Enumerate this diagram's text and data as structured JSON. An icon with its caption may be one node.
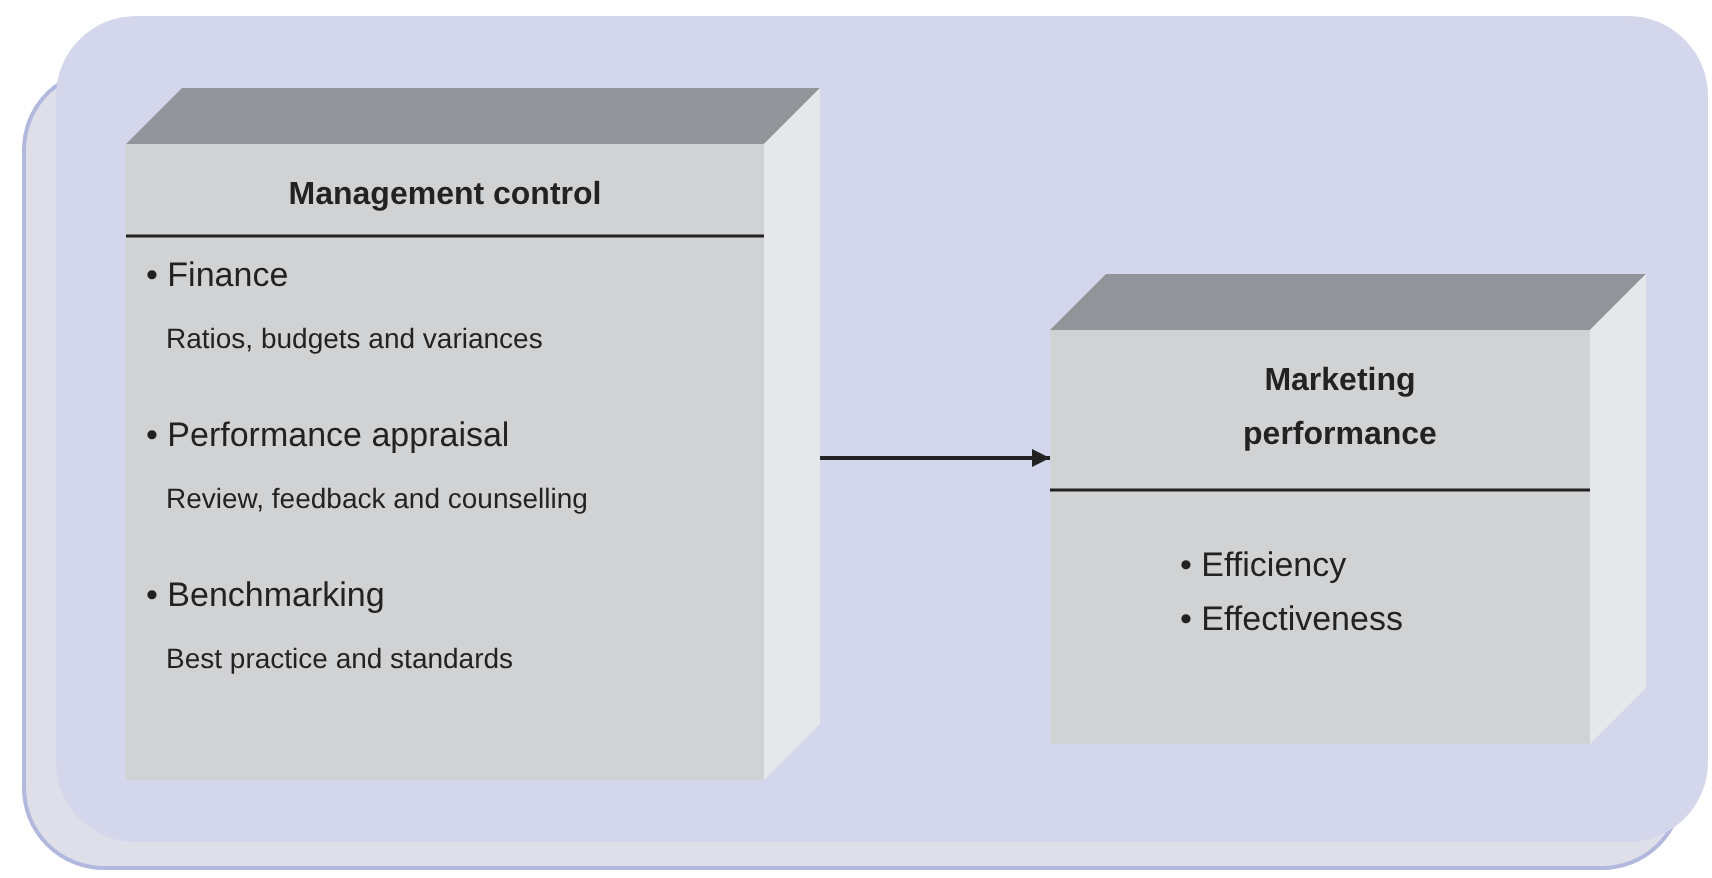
{
  "diagram": {
    "nodes": [
      {
        "text": [],
        "shape": "box"
      },
      {
        "text": [
          "Management control",
          "• Finance",
          "Ratios, budgets and variances",
          "• Performance appraisal",
          "Review, feedback and counselling",
          "• Benchmarking",
          "Best practice and standards"
        ],
        "in": 0
      },
      {
        "text": [
          "Marketing performance",
          "• Efficiency",
          "• Effectiveness"
        ],
        "in": 0
      }
    ],
    "edges": [
      {
        "from": 1,
        "to": 2,
        "arrow": "to"
      }
    ]
  }
}
